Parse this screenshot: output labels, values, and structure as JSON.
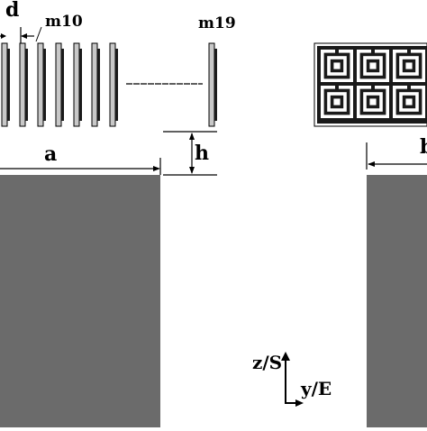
{
  "labels": {
    "d": "d",
    "m10": "m10",
    "m19": "m19",
    "a": "a",
    "h": "h",
    "b": "b",
    "axis_vertical": "z/S",
    "axis_horizontal": "y/E"
  },
  "colors": {
    "substrate": "#6b6b6b",
    "plate_light": "#c8c8c8",
    "plate_dark": "#1a1a1a",
    "line": "#000000",
    "panel_bg": "#ffffff"
  }
}
